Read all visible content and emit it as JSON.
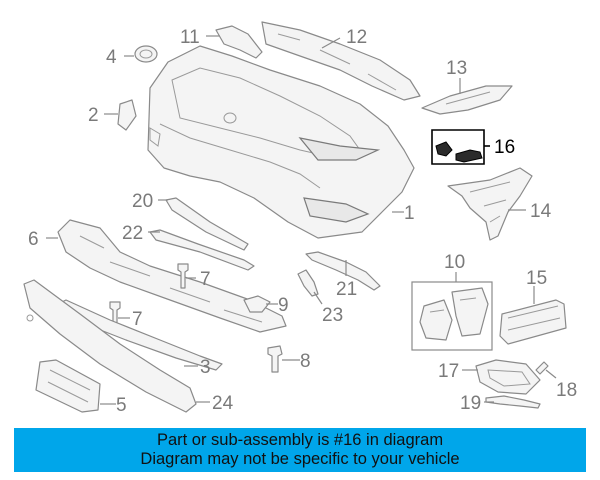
{
  "diagram": {
    "highlighted_part": "16",
    "colors": {
      "highlight": "#000000",
      "callout": "#7a7a7a",
      "banner": "#00a6ea"
    },
    "callouts": {
      "c1": "1",
      "c2": "2",
      "c3": "3",
      "c4": "4",
      "c5": "5",
      "c6": "6",
      "c7a": "7",
      "c7b": "7",
      "c8": "8",
      "c9": "9",
      "c10": "10",
      "c11": "11",
      "c12": "12",
      "c13": "13",
      "c14": "14",
      "c15": "15",
      "c16": "16",
      "c17": "17",
      "c18": "18",
      "c19": "19",
      "c20": "20",
      "c21": "21",
      "c22": "22",
      "c23": "23",
      "c24": "24"
    }
  },
  "banner": {
    "line1": "Part or sub-assembly is #16 in diagram",
    "line2": "Diagram may not be specific to your vehicle"
  }
}
